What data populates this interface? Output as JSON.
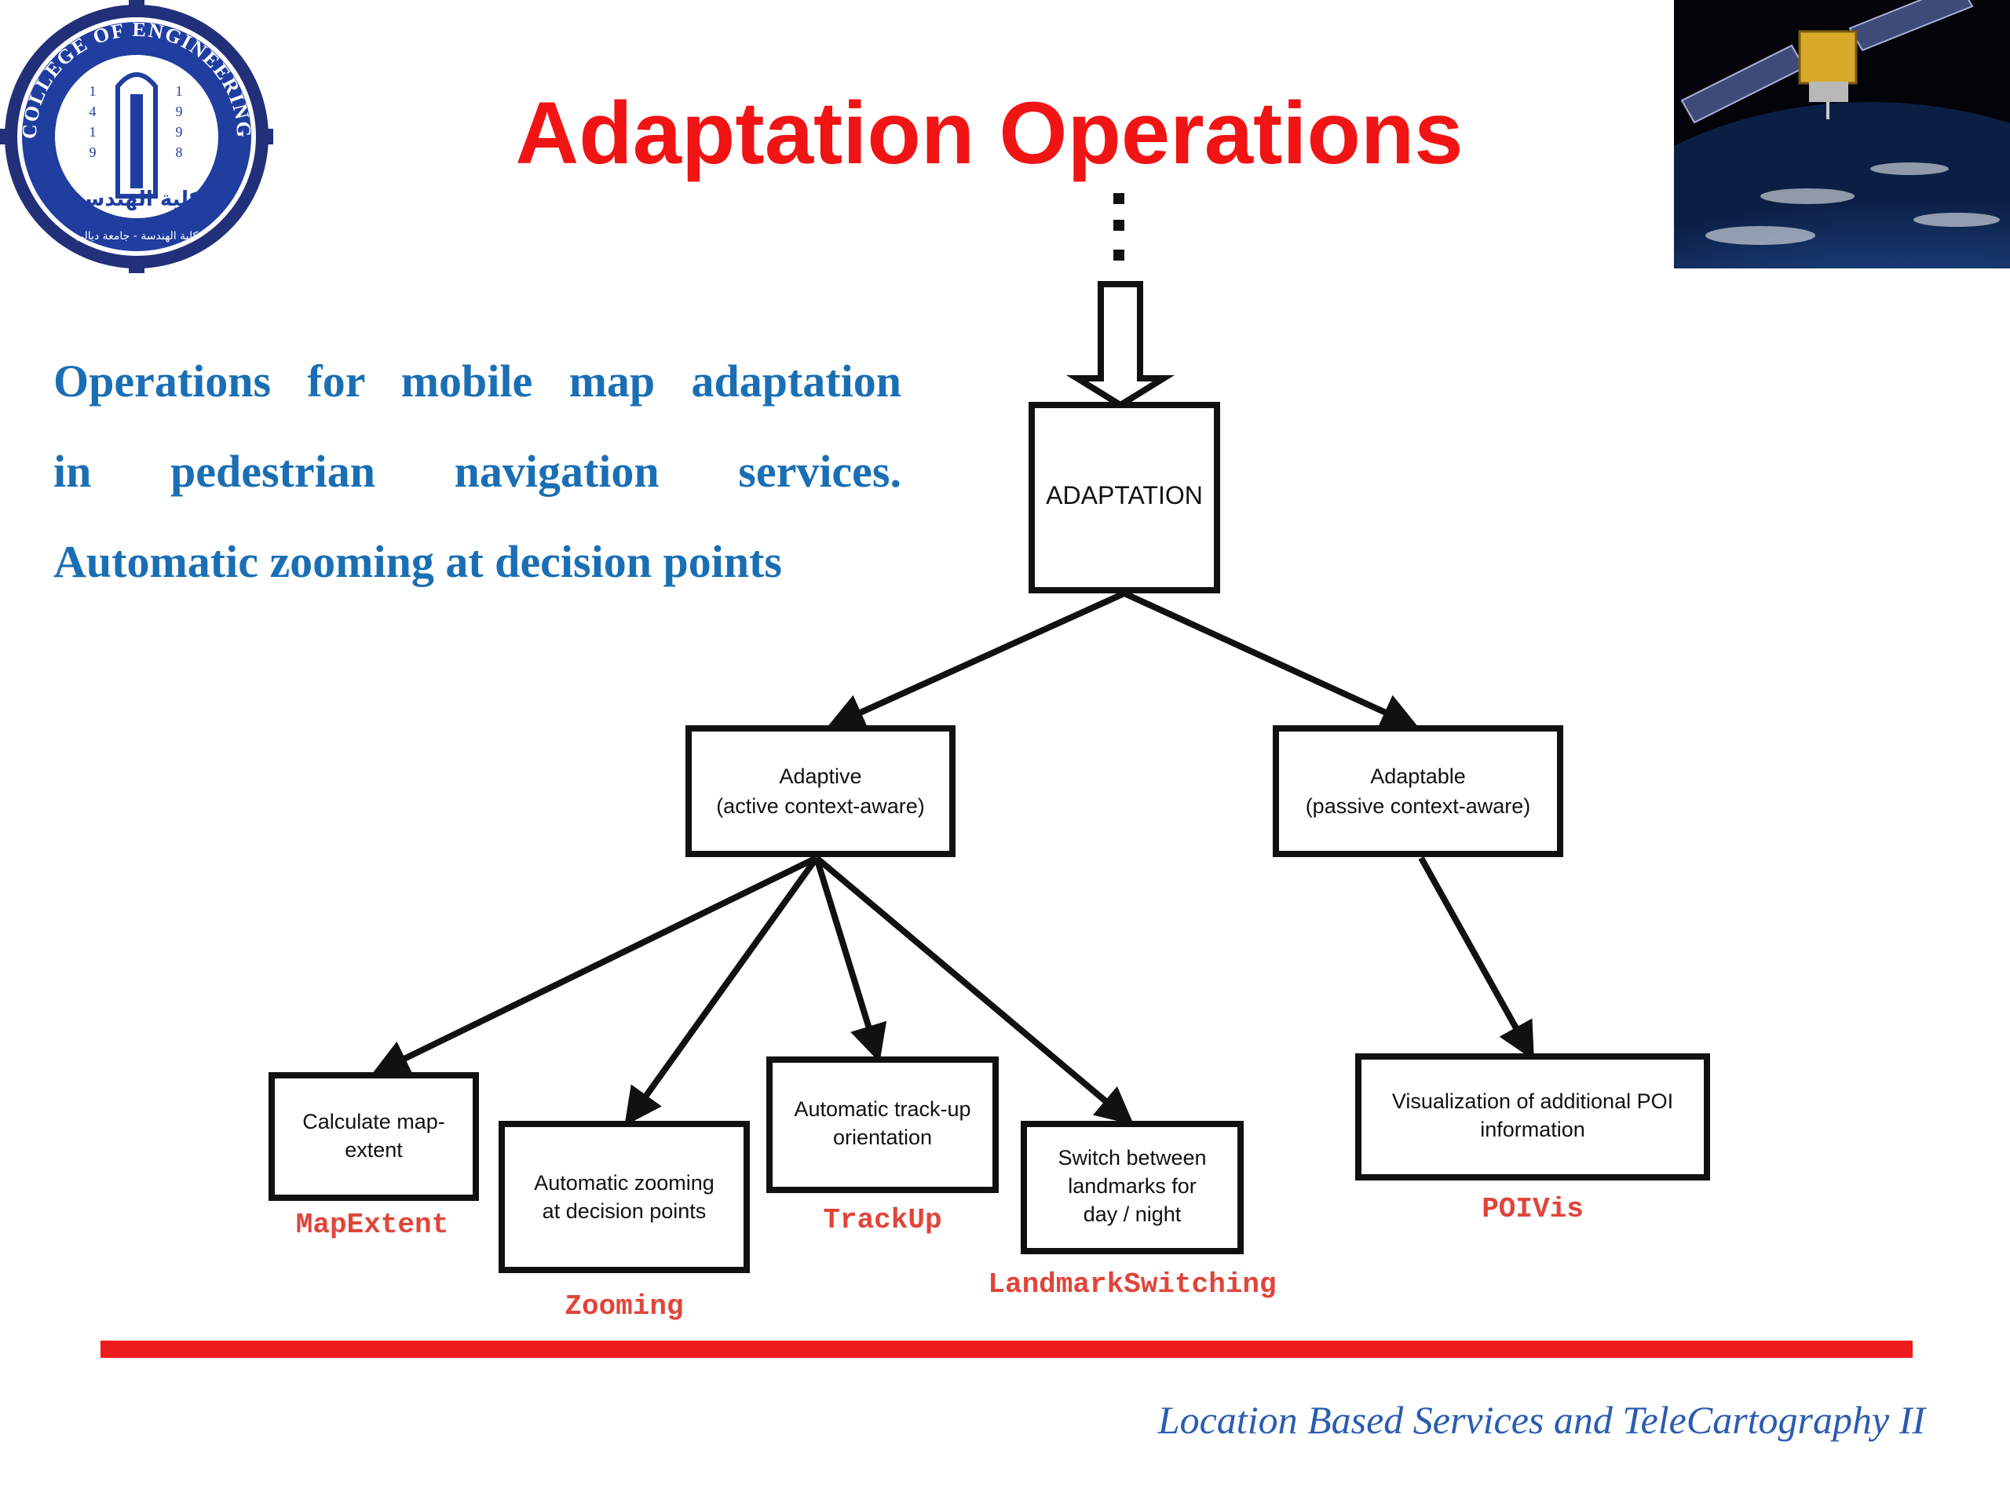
{
  "logo": {
    "ring_text": "COLLEGE OF ENGINEERING",
    "year_left": [
      "1",
      "4",
      "1",
      "9"
    ],
    "year_right": [
      "1",
      "9",
      "9",
      "8"
    ],
    "arabic_text": "كلية الهندسة",
    "bottom_text": "كلية الهندسة - جامعة ديالى"
  },
  "title": "Adaptation Operations",
  "description": {
    "line1": "Operations for mobile map adaptation",
    "line2": "in pedestrian navigation services.",
    "line3": "Automatic zooming at decision points"
  },
  "diagram": {
    "root": "ADAPTATION",
    "adaptive": {
      "line1": "Adaptive",
      "line2": "(active context-aware)"
    },
    "adaptable": {
      "line1": "Adaptable",
      "line2": "(passive context-aware)"
    },
    "leaves": {
      "mapextent": {
        "line1": "Calculate map-",
        "line2": "extent",
        "code": "MapExtent"
      },
      "zooming": {
        "line1": "Automatic zooming",
        "line2": "at decision points",
        "code": "Zooming"
      },
      "trackup": {
        "line1": "Automatic track-up",
        "line2": "orientation",
        "code": "TrackUp"
      },
      "landmark": {
        "line1": "Switch between",
        "line2": "landmarks for",
        "line3": "day / night",
        "code": "LandmarkSwitching"
      },
      "poivis": {
        "line1": "Visualization of additional POI",
        "line2": "information",
        "code": "POIVis"
      }
    }
  },
  "footer": "Location Based Services and TeleCartography II",
  "colors": {
    "title": "#f01414",
    "description": "#1a6fb4",
    "code_labels": "#e0453a",
    "rule": "#ee1c1c",
    "footer": "#2a5cb0"
  }
}
